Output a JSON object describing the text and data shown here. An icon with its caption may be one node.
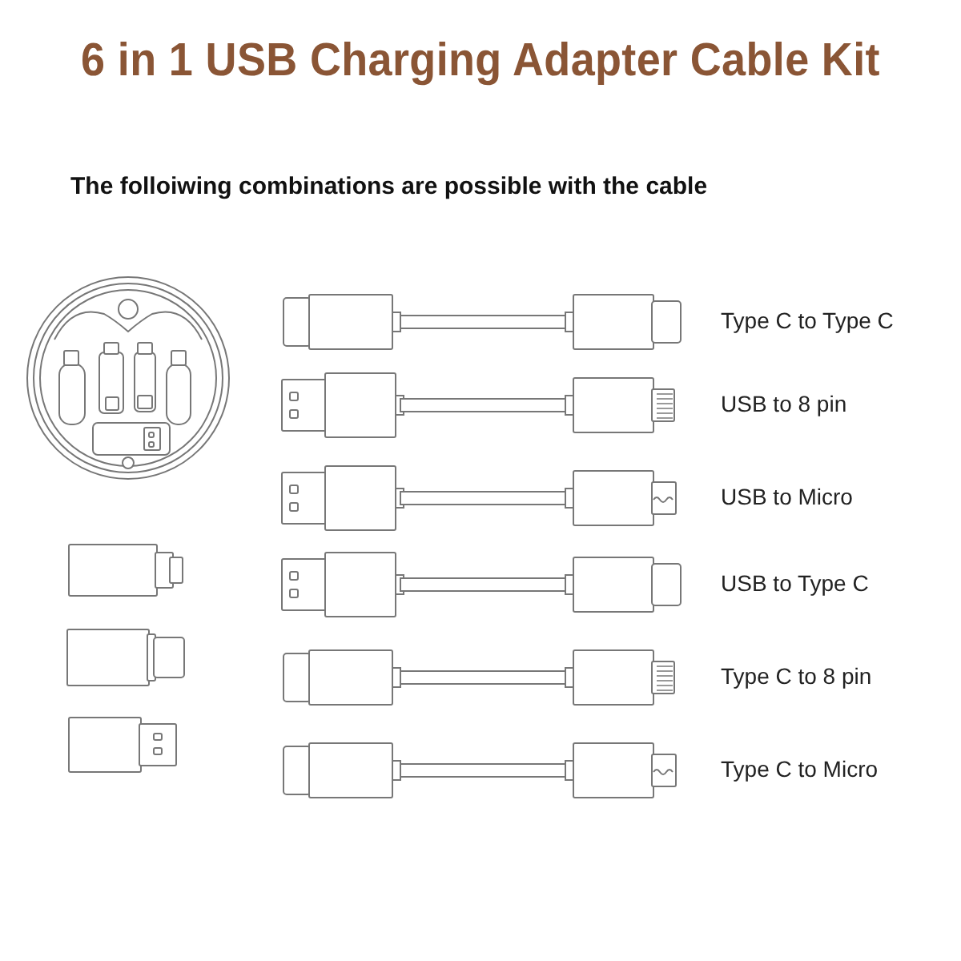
{
  "diagram": {
    "title": "6 in 1 USB Charging Adapter Cable Kit",
    "labels": [
      "The folloiwing combinations are possible with the cable",
      "Type C to Type C",
      "USB to 8 pin",
      "USB to Micro",
      "USB to Type C",
      "Type C to 8 pin",
      "Type C to Micro"
    ]
  }
}
